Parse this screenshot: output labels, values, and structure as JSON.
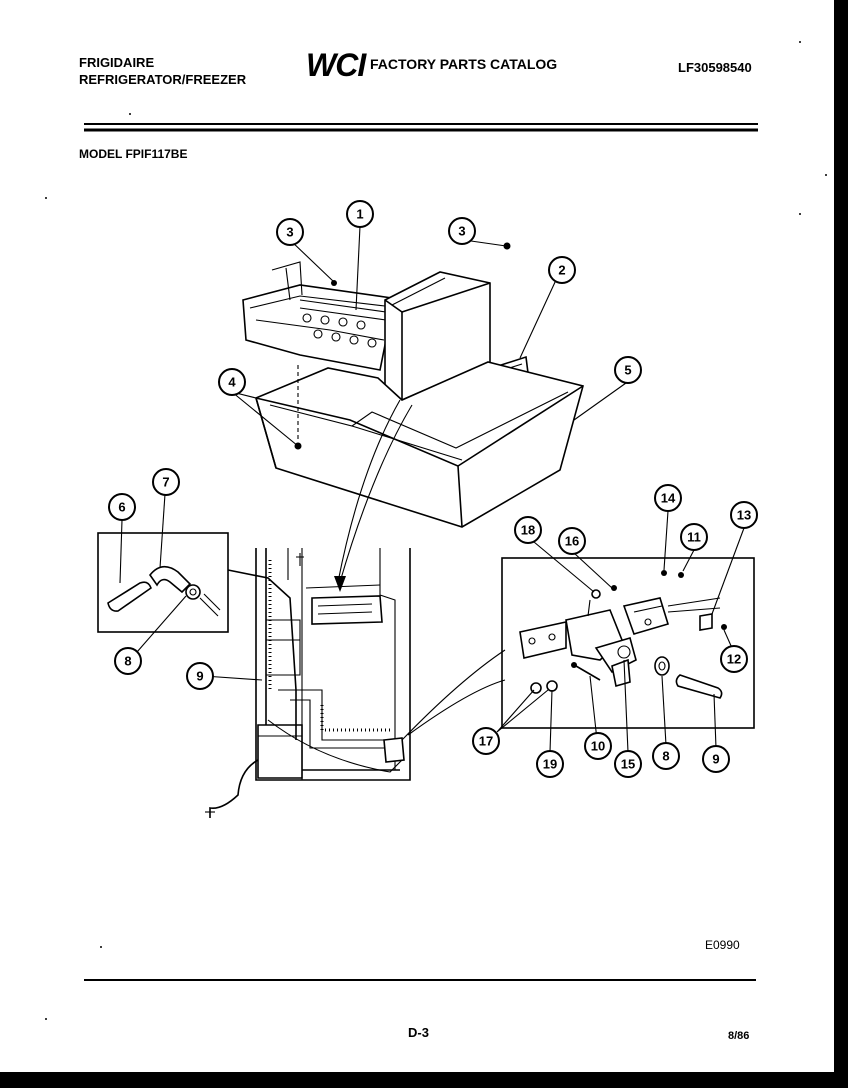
{
  "header": {
    "brand": "FRIGIDAIRE",
    "product": "REFRIGERATOR/FREEZER",
    "logo_text": "WCI",
    "catalog_title": "FACTORY PARTS CATALOG",
    "catalog_number": "LF30598540",
    "model": "MODEL FPIF117BE"
  },
  "footer": {
    "figure_code": "E0990",
    "page": "D-3",
    "date": "8/86"
  },
  "callouts": [
    "1",
    "2",
    "3",
    "3",
    "4",
    "5",
    "6",
    "7",
    "8",
    "9",
    "18",
    "16",
    "14",
    "11",
    "13",
    "12",
    "17",
    "19",
    "10",
    "15",
    "8",
    "9"
  ]
}
